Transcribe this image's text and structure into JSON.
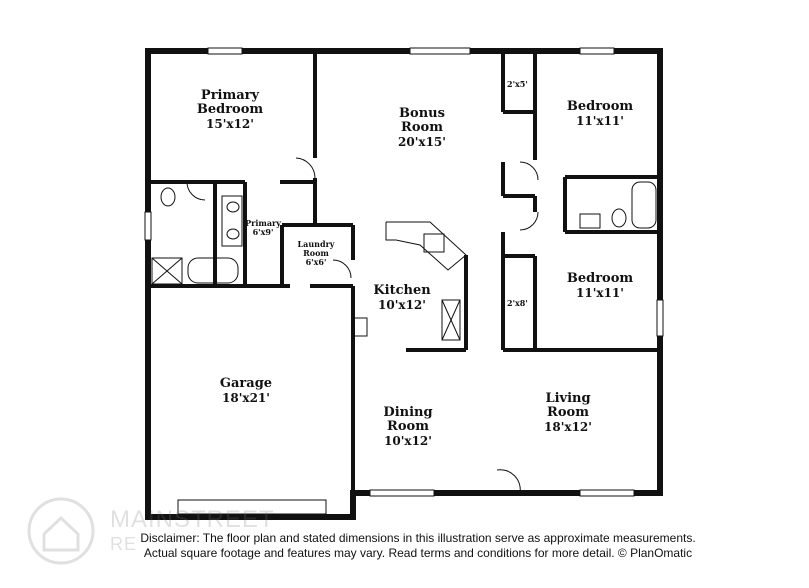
{
  "rooms": {
    "primary_bedroom": {
      "name_line1": "Primary",
      "name_line2": "Bedroom",
      "dim": "15'x12'"
    },
    "bonus_room": {
      "name_line1": "Bonus",
      "name_line2": "Room",
      "dim": "20'x15'"
    },
    "bedroom_1": {
      "name": "Bedroom",
      "dim": "11'x11'"
    },
    "bedroom_2": {
      "name": "Bedroom",
      "dim": "11'x11'"
    },
    "primary_closet": {
      "name": "Primary",
      "dim": "6'x9'"
    },
    "laundry_room": {
      "name_line1": "Laundry",
      "name_line2": "Room",
      "dim": "6'x6'"
    },
    "kitchen": {
      "name": "Kitchen",
      "dim": "10'x12'"
    },
    "garage": {
      "name": "Garage",
      "dim": "18'x21'"
    },
    "dining_room": {
      "name_line1": "Dining",
      "name_line2": "Room",
      "dim": "10'x12'"
    },
    "living_room": {
      "name_line1": "Living",
      "name_line2": "Room",
      "dim": "18'x12'"
    }
  },
  "closets": {
    "closet_top": "2'x5'",
    "closet_side": "2'x8'"
  },
  "watermark": {
    "name": "MAINSTREET",
    "sub": "RE"
  },
  "disclaimer": {
    "line1": "Disclaimer: The floor plan and stated dimensions in this illustration serve as approximate measurements.",
    "line2": "Actual square footage and features may vary. Read terms and conditions for more detail. © PlanOmatic"
  },
  "colors": {
    "wall": "#111111",
    "window": "#ffffff",
    "background": "#ffffff"
  }
}
